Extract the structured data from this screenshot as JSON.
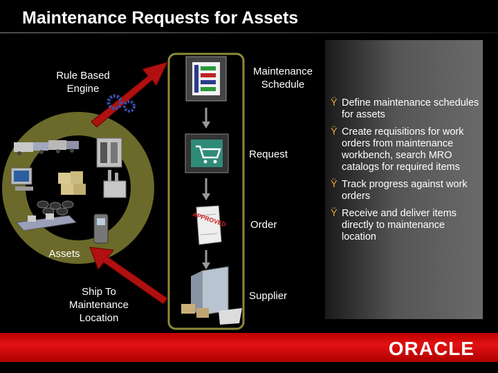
{
  "title": "Maintenance Requests for Assets",
  "labels": {
    "rule_engine": "Rule Based\nEngine",
    "assets": "Assets",
    "ship_to": "Ship To\nMaintenance\nLocation",
    "schedule": "Maintenance\nSchedule",
    "request": "Request",
    "order": "Order",
    "supplier": "Supplier",
    "stamp": "APPROVED"
  },
  "bullets": [
    {
      "mark": "Ÿ",
      "text": "Define maintenance schedules for assets"
    },
    {
      "mark": "Ÿ",
      "text": "Create requisitions for work orders from maintenance workbench, search MRO catalogs for required items"
    },
    {
      "mark": "Ÿ",
      "text": "Track progress against work orders"
    },
    {
      "mark": "Ÿ",
      "text": "Receive and deliver items directly to maintenance location"
    }
  ],
  "footer": {
    "logo": "ORACLE"
  },
  "colors": {
    "footer_red": "#d40000",
    "bullet_mark": "#e8a23a",
    "flow_border": "#8c8a3a",
    "arrow_red": "#b01010"
  }
}
